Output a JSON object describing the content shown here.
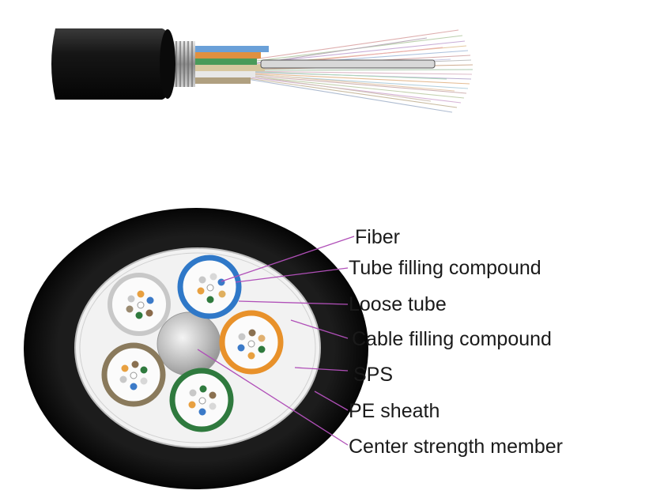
{
  "labels": {
    "fiber": "Fiber",
    "tube_filling": "Tube filling compound",
    "loose_tube": "Loose tube",
    "cable_filling": "Cable filling compound",
    "sps": "SPS",
    "pe_sheath": "PE sheath",
    "center_member": "Center strength member"
  },
  "colors": {
    "sheath": "#111111",
    "leader_line": "#b04fb8",
    "tube_blue": "#2f78c8",
    "tube_orange": "#e8912a",
    "tube_green": "#2f7a3e",
    "tube_brown": "#8a7a5c",
    "tube_white": "#d8d8d8"
  },
  "icons": [
    "fiber-optic-cable-side-view",
    "fiber-optic-cable-cross-section"
  ]
}
